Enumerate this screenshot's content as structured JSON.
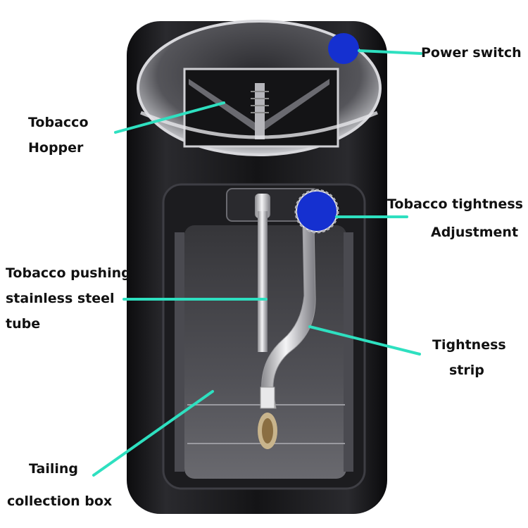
{
  "diagram": {
    "subject": "Electric cigarette rolling machine",
    "line_color": "#2ee0c0",
    "marker_color": "#1530d0",
    "labels": [
      {
        "id": "power",
        "lines": [
          "Power switch"
        ]
      },
      {
        "id": "hopper",
        "lines": [
          "Tobacco",
          "Hopper"
        ]
      },
      {
        "id": "tightness-adjust",
        "lines": [
          "Tobacco tightness",
          "Adjustment"
        ]
      },
      {
        "id": "tube",
        "lines": [
          "Tobacco pushing",
          "stainless steel",
          "tube"
        ]
      },
      {
        "id": "strip",
        "lines": [
          "Tightness",
          "strip"
        ]
      },
      {
        "id": "tailing-box",
        "lines": [
          "Tailing",
          "collection box"
        ]
      }
    ]
  }
}
